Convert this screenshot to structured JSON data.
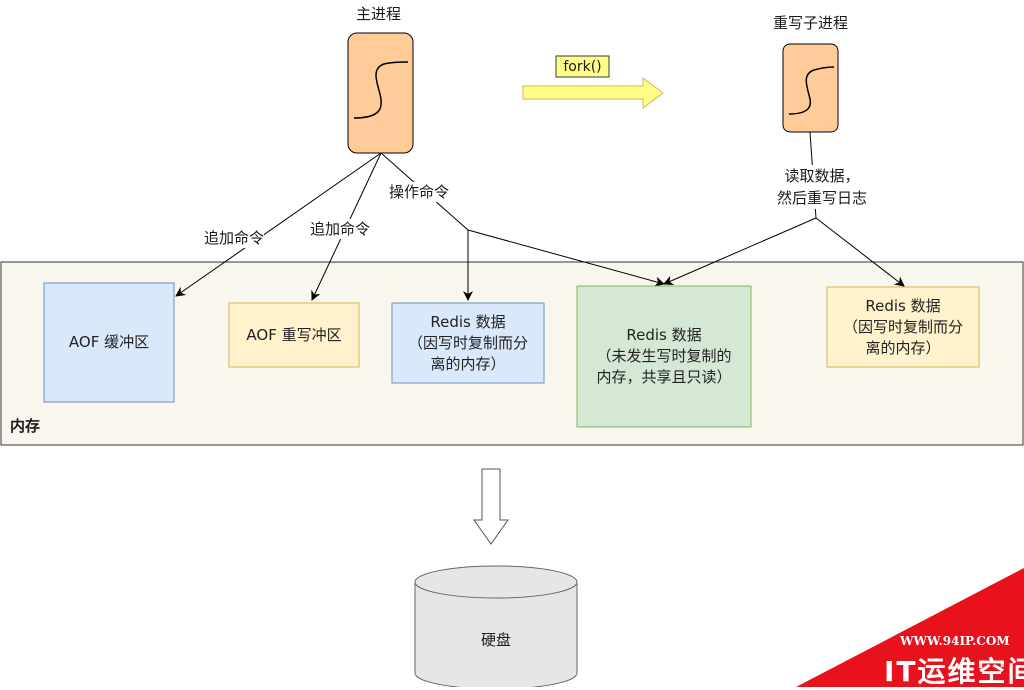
{
  "colors": {
    "memory_bg": "#f9f7ed",
    "blue_box": "#dae8fc",
    "blue_border": "#6c8ebf",
    "yellow_box": "#fff2cc",
    "yellow_border": "#d6b656",
    "green_box": "#d5e8d4",
    "green_border": "#82b366",
    "process_fill": "#ffcc99",
    "fork_arrow": "#ffff88",
    "watermark_red": "#e8111c"
  },
  "processes": {
    "main": "主进程",
    "child": "重写子进程"
  },
  "fork_label": "fork()",
  "edge_labels": {
    "append_1": "追加命令",
    "append_2": "追加命令",
    "operate": "操作命令",
    "read_rewrite": "读取数据，\n然后重写日志"
  },
  "memory": {
    "title": "内存",
    "aof_buffer": "AOF 缓冲区",
    "aof_rewrite_buffer": "AOF 重写冲区",
    "redis_main_cow": "Redis 数据\n（因写时复制而分\n离的内存）",
    "redis_shared": "Redis 数据\n（未发生写时复制的\n内存，共享且只读）",
    "redis_child_cow": "Redis 数据\n（因写时复制而分\n离的内存）"
  },
  "disk": {
    "label": "硬盘"
  },
  "watermark": {
    "url": "WWW.94IP.COM",
    "brand": "IT运维空间"
  },
  "icons": {
    "process": "s-curve-process-icon",
    "disk": "cylinder-disk-icon",
    "down_arrow": "hollow-down-arrow-icon",
    "fork_arrow": "block-right-arrow-icon"
  }
}
